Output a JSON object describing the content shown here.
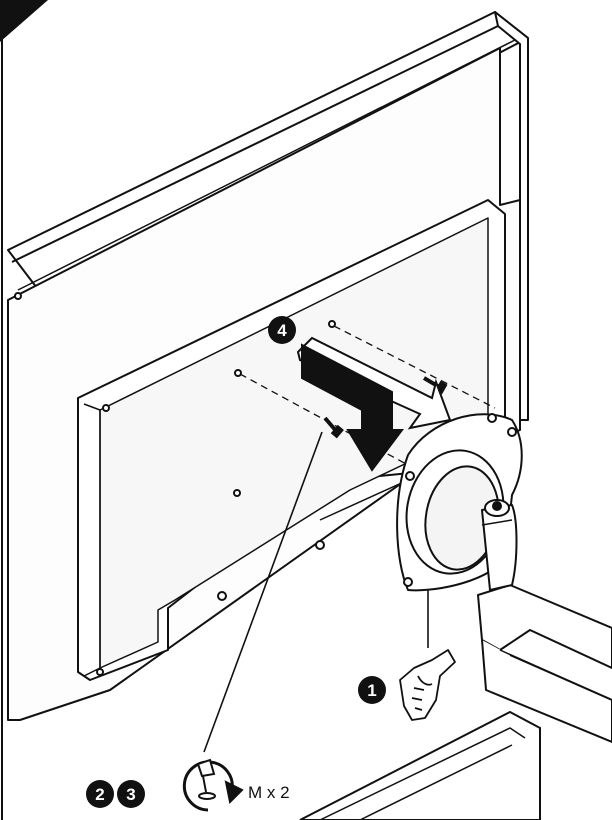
{
  "steps": [
    {
      "number": "1",
      "name": "step-1"
    },
    {
      "number": "2",
      "name": "step-2"
    },
    {
      "number": "3",
      "name": "step-3"
    },
    {
      "number": "4",
      "name": "step-4"
    }
  ],
  "screw_spec": "M x 2",
  "icons": {
    "hand": "hand-hold-icon",
    "screwdriver": "screwdriver-rotate-icon",
    "arrow": "insert-arrow-icon"
  },
  "colors": {
    "line": "#111111",
    "fill": "#ffffff",
    "badge": "#111111",
    "panel_shade": "#f4f4f4"
  }
}
